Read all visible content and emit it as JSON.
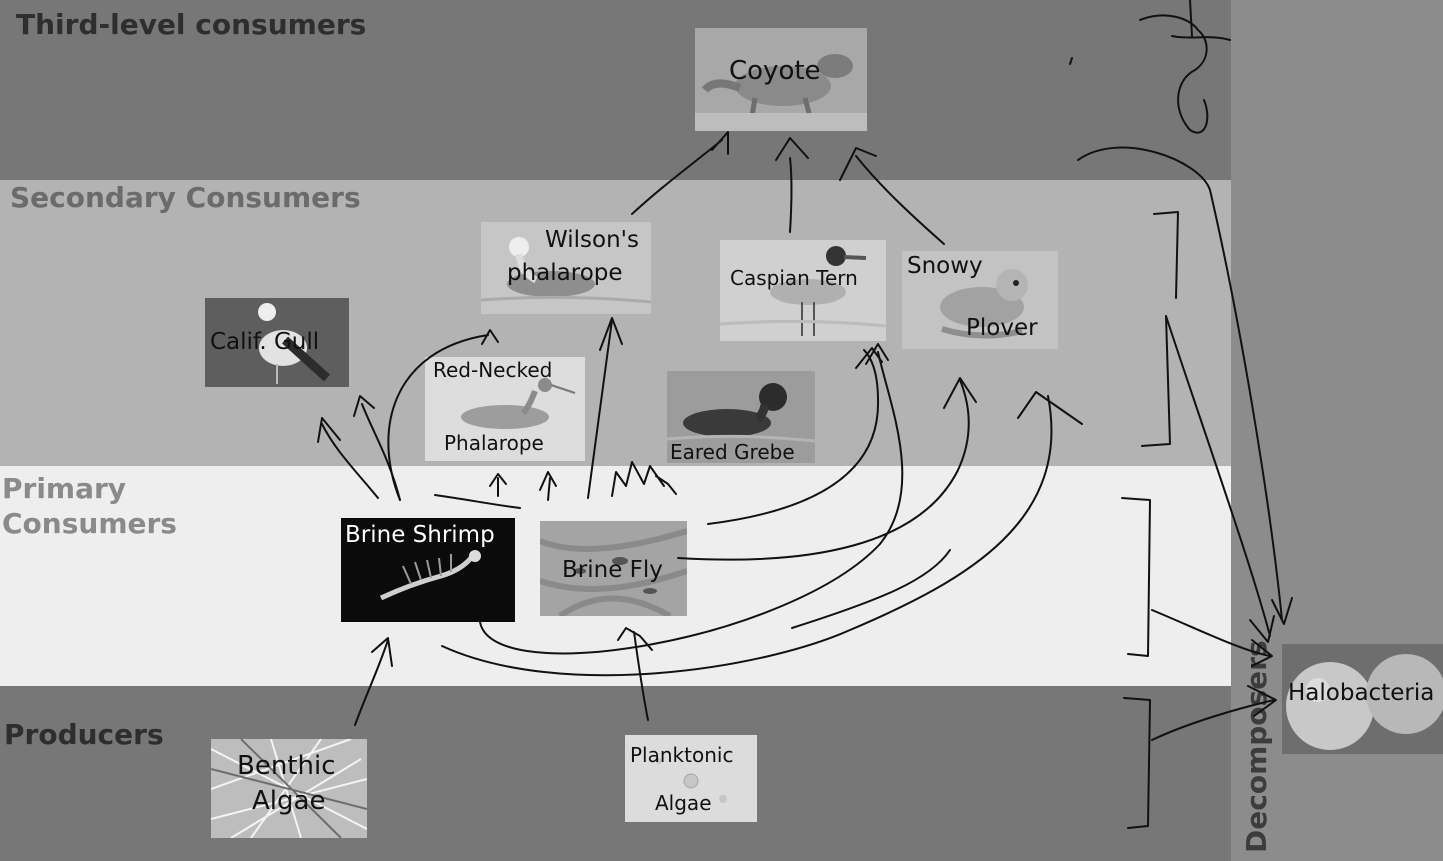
{
  "levels": {
    "third": "Third-level consumers",
    "secondary": "Secondary Consumers",
    "primary_line1": "Primary",
    "primary_line2": "Consumers",
    "producers": "Producers",
    "decomposers": "Decomposers"
  },
  "organisms": {
    "coyote": "Coyote",
    "wilsons_line1": "Wilson's",
    "wilsons_line2": "phalarope",
    "caspian_tern": "Caspian Tern",
    "snowy": "Snowy",
    "plover": "Plover",
    "calif_gull": "Calif. Gull",
    "red_necked": "Red-Necked",
    "phalarope": "Phalarope",
    "eared_grebe": "Eared Grebe",
    "brine_shrimp": "Brine Shrimp",
    "brine_fly": "Brine Fly",
    "benthic_line1": "Benthic",
    "benthic_line2": "Algae",
    "planktonic_line1": "Planktonic",
    "planktonic_line2": "Algae",
    "halobacteria": "Halobacteria"
  },
  "colors": {
    "third_band": "#777777",
    "secondary_band": "#b3b3b3",
    "primary_band": "#eeeeee",
    "producers_band": "#777777",
    "decomposers_band": "#8c8c8c",
    "ink": "#111111"
  }
}
